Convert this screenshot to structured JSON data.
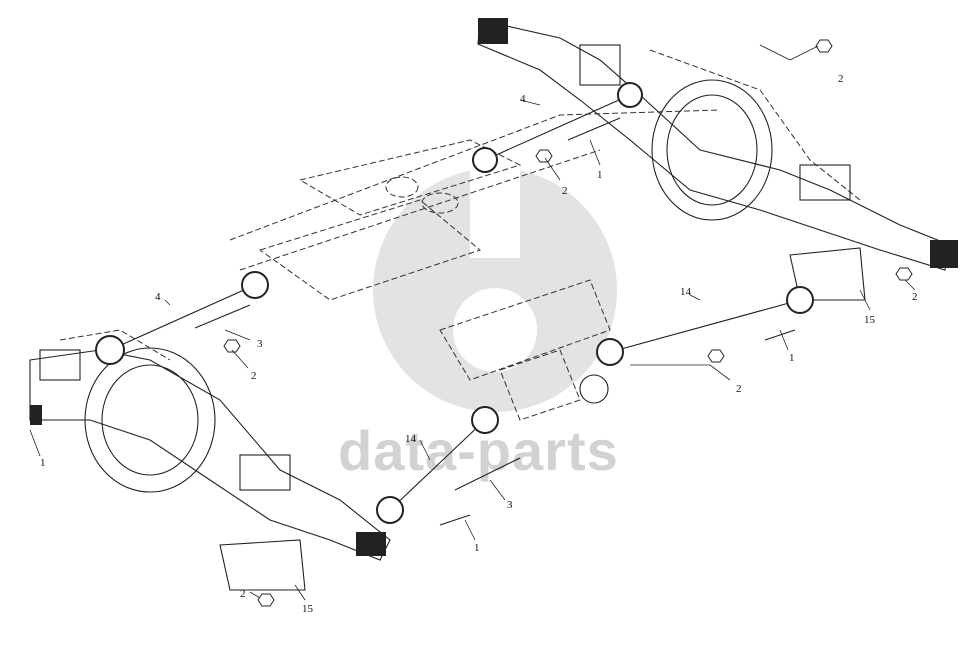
{
  "watermark": {
    "text": "data-parts",
    "color": "#d2d2d2"
  },
  "callouts": [
    {
      "id": "c1",
      "text": "2"
    },
    {
      "id": "c2",
      "text": "4"
    },
    {
      "id": "c3",
      "text": "2"
    },
    {
      "id": "c4",
      "text": "1"
    },
    {
      "id": "c5",
      "text": "4"
    },
    {
      "id": "c6",
      "text": "3"
    },
    {
      "id": "c7",
      "text": "2"
    },
    {
      "id": "c8",
      "text": "1"
    },
    {
      "id": "c9",
      "text": "14"
    },
    {
      "id": "c10",
      "text": "2"
    },
    {
      "id": "c11",
      "text": "15"
    },
    {
      "id": "c12",
      "text": "1"
    },
    {
      "id": "c13",
      "text": "2"
    },
    {
      "id": "c14",
      "text": "14"
    },
    {
      "id": "c15",
      "text": "3"
    },
    {
      "id": "c16",
      "text": "1"
    },
    {
      "id": "c17",
      "text": "2"
    },
    {
      "id": "c18",
      "text": "15"
    }
  ]
}
